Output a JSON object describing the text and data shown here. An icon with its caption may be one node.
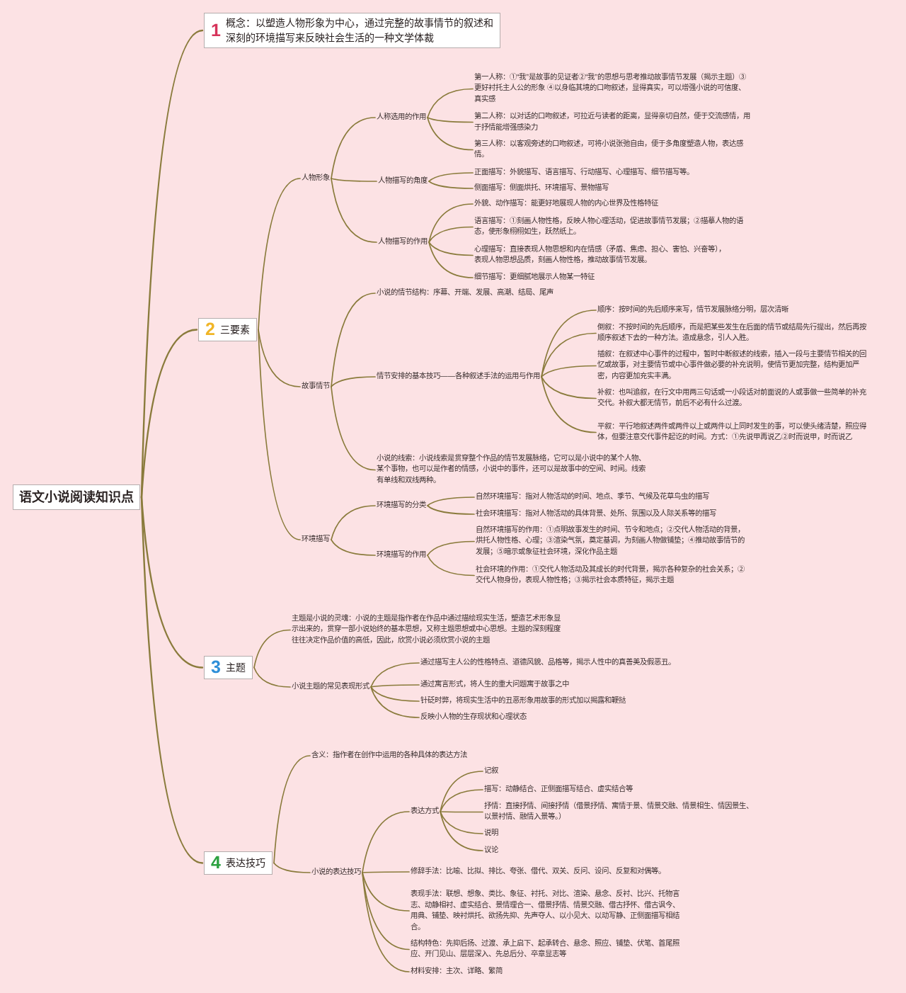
{
  "diagram": {
    "nodes": [
      {
        "text": [
          "语文小说阅读知识点"
        ]
      },
      {
        "text": [
          "1",
          "概念：以塑造人物形象为中心，通过完整的故事情节的叙述和深刻的环境描写来反映社会生活的一种文学体裁"
        ]
      },
      {
        "text": [
          "2",
          "三要素"
        ]
      },
      {
        "text": [
          "人物形象"
        ]
      },
      {
        "text": [
          "人称选用的作用"
        ]
      },
      {
        "text": [
          "第一人称：①“我”是故事的见证者②“我”的思想与思考推动故事情节发展（揭示主题）③更好衬托主人公的形象 ④以身临其境的口吻叙述，显得真实，可以增强小说的可信度、真实感"
        ]
      },
      {
        "text": [
          "第二人称：以对话的口吻叙述，可拉近与读者的距离，显得亲切自然，便于交流感情，用于抒情能增强感染力"
        ]
      },
      {
        "text": [
          "第三人称：以客观旁述的口吻叙述，可将小说张弛自由，便于多角度塑造人物，表达感情。"
        ]
      },
      {
        "text": [
          "人物描写的角度"
        ]
      },
      {
        "text": [
          "正面描写：外貌描写、语言描写、行动描写、心理描写、细节描写等。"
        ]
      },
      {
        "text": [
          "侧面描写：侧面烘托、环境描写、景物描写"
        ]
      },
      {
        "text": [
          "人物描写的作用"
        ]
      },
      {
        "text": [
          "外貌、动作描写：能更好地展现人物的内心世界及性格特征"
        ]
      },
      {
        "text": [
          "语言描写：①刻画人物性格，反映人物心理活动，促进故事情节发展；②描摹人物的语态，使形象栩栩如生，跃然纸上。"
        ]
      },
      {
        "text": [
          "心理描写：直接表现人物思想和内在情感（矛盾、焦虑、担心、害怕、兴奋等），表现人物思想品质，刻画人物性格，推动故事情节发展。"
        ]
      },
      {
        "text": [
          "细节描写：更细腻地展示人物某一特征"
        ]
      },
      {
        "text": [
          "故事情节"
        ]
      },
      {
        "text": [
          "小说的情节结构：序幕、开端、发展、高潮、结局、尾声"
        ]
      },
      {
        "text": [
          "情节安排的基本技巧——各种叙述手法的运用与作用"
        ]
      },
      {
        "text": [
          "顺序：按时间的先后顺序来写，情节发展脉络分明，层次清晰"
        ]
      },
      {
        "text": [
          "倒叙：不按时间的先后顺序，而是把某些发生在后面的情节或结局先行提出，然后再按顺序叙述下去的一种方法。造成悬念，引人入胜。"
        ]
      },
      {
        "text": [
          "插叙：在叙述中心事件的过程中，暂时中断叙述的线索，插入一段与主要情节相关的回忆或故事，对主要情节或中心事件做必要的补充说明，使情节更加完整，结构更加严密，内容更加充实丰满。"
        ]
      },
      {
        "text": [
          "补叙：也叫追叙，在行文中用两三句话或一小段话对前面说的人或事做一些简单的补充交代。补叙大都无情节，前后不必有什么过渡。"
        ]
      },
      {
        "text": [
          "平叙：平行地叙述两件或两件以上或两件以上同时发生的事，可以使头绪清楚，照应得体，但要注意交代事件起讫的时间。方式：①先说甲再说乙②时而说甲，时而说乙"
        ]
      },
      {
        "text": [
          "小说的线索：小说线索是贯穿整个作品的情节发展脉络，它可以是小说中的某个人物、某个事物，也可以是作者的情感，小说中的事件，还可以是故事中的空间、时间。线索有单线和双线两种。"
        ]
      },
      {
        "text": [
          "环境描写"
        ]
      },
      {
        "text": [
          "环境描写的分类"
        ]
      },
      {
        "text": [
          "自然环境描写：指对人物活动的时间、地点、季节、气候及花草鸟虫的描写"
        ]
      },
      {
        "text": [
          "社会环境描写：指对人物活动的具体背景、处所、氛围以及人际关系等的描写"
        ]
      },
      {
        "text": [
          "环境描写的作用"
        ]
      },
      {
        "text": [
          "自然环境描写的作用：①点明故事发生的时间、节令和地点；②交代人物活动的背景，烘托人物性格、心理；③渲染气氛，奠定基调，为刻画人物做铺垫；④推动故事情节的发展；⑤暗示或象征社会环境，深化作品主题"
        ]
      },
      {
        "text": [
          "社会环境的作用：①交代人物活动及其成长的时代背景，揭示各种复杂的社会关系；②交代人物身份，表现人物性格；③揭示社会本质特征，揭示主题"
        ]
      },
      {
        "text": [
          "3",
          "主题"
        ]
      },
      {
        "text": [
          "主题是小说的灵魂：小说的主题是指作者在作品中通过描绘现实生活，塑造艺术形象显示出来的，贯穿一部小说始终的基本思想，又称主题思想或中心思想。主题的深刻程度往往决定作品价值的高低，因此，欣赏小说必须欣赏小说的主题"
        ]
      },
      {
        "text": [
          "小说主题的常见表现形式"
        ]
      },
      {
        "text": [
          "通过描写主人公的性格特点、道德风貌、品格等，揭示人性中的真善美及假恶丑。"
        ]
      },
      {
        "text": [
          "通过寓言形式，将人生的重大问题寓于故事之中"
        ]
      },
      {
        "text": [
          "针砭时弊，将现实生活中的丑恶形象用故事的形式加以揭露和鞭挞"
        ]
      },
      {
        "text": [
          "反映小人物的生存现状和心理状态"
        ]
      },
      {
        "text": [
          "4",
          "表达技巧"
        ]
      },
      {
        "text": [
          "含义：指作者在创作中运用的各种具体的表达方法"
        ]
      },
      {
        "text": [
          "小说的表达技巧"
        ]
      },
      {
        "text": [
          "表达方式"
        ]
      },
      {
        "text": [
          "记叙"
        ]
      },
      {
        "text": [
          "描写：动静结合、正侧面描写结合、虚实结合等"
        ]
      },
      {
        "text": [
          "抒情：直接抒情、间接抒情（借景抒情、寓情于景、情景交融、情景相生、情因景生、以景衬情、融情入景等。）"
        ]
      },
      {
        "text": [
          "说明"
        ]
      },
      {
        "text": [
          "议论"
        ]
      },
      {
        "text": [
          "修辞手法：比喻、比拟、排比、夸张、借代、双关、反问、设问、反复和对偶等。"
        ]
      },
      {
        "text": [
          "表现手法：联想、想象、类比、象征、衬托、对比、渲染、悬念、反衬、比兴、托物言志、动静相衬、虚实结合、景情理合一、借景抒情、情景交融、借古抒怀、借古讽今、用典、铺垫、映衬烘托、欲扬先抑、先声夺人、以小见大、以动写静、正侧面描写相结合。"
        ]
      },
      {
        "text": [
          "结构特色：先抑后扬、过渡、承上启下、起承转合、悬念、照应、铺垫、伏笔、首尾照应、开门见山、层层深入、先总后分、卒章显志等"
        ]
      },
      {
        "text": [
          "材料安排：主次、详略、繁简"
        ]
      }
    ],
    "edges": [
      {
        "from": 0,
        "to": 1,
        "arrow": "none"
      },
      {
        "from": 0,
        "to": 2,
        "arrow": "none"
      },
      {
        "from": 0,
        "to": 32,
        "arrow": "none"
      },
      {
        "from": 0,
        "to": 39,
        "arrow": "none"
      },
      {
        "from": 2,
        "to": 3,
        "arrow": "none"
      },
      {
        "from": 3,
        "to": 4,
        "arrow": "none"
      },
      {
        "from": 4,
        "to": 5,
        "arrow": "none"
      },
      {
        "from": 4,
        "to": 6,
        "arrow": "none"
      },
      {
        "from": 4,
        "to": 7,
        "arrow": "none"
      },
      {
        "from": 3,
        "to": 8,
        "arrow": "none"
      },
      {
        "from": 8,
        "to": 9,
        "arrow": "none"
      },
      {
        "from": 8,
        "to": 10,
        "arrow": "none"
      },
      {
        "from": 3,
        "to": 11,
        "arrow": "none"
      },
      {
        "from": 11,
        "to": 12,
        "arrow": "none"
      },
      {
        "from": 11,
        "to": 13,
        "arrow": "none"
      },
      {
        "from": 11,
        "to": 14,
        "arrow": "none"
      },
      {
        "from": 11,
        "to": 15,
        "arrow": "none"
      },
      {
        "from": 2,
        "to": 16,
        "arrow": "none"
      },
      {
        "from": 16,
        "to": 17,
        "arrow": "none"
      },
      {
        "from": 16,
        "to": 18,
        "arrow": "none"
      },
      {
        "from": 18,
        "to": 19,
        "arrow": "none"
      },
      {
        "from": 18,
        "to": 20,
        "arrow": "none"
      },
      {
        "from": 18,
        "to": 21,
        "arrow": "none"
      },
      {
        "from": 18,
        "to": 22,
        "arrow": "none"
      },
      {
        "from": 18,
        "to": 23,
        "arrow": "none"
      },
      {
        "from": 16,
        "to": 24,
        "arrow": "none"
      },
      {
        "from": 2,
        "to": 25,
        "arrow": "none"
      },
      {
        "from": 25,
        "to": 26,
        "arrow": "none"
      },
      {
        "from": 26,
        "to": 27,
        "arrow": "none"
      },
      {
        "from": 26,
        "to": 28,
        "arrow": "none"
      },
      {
        "from": 25,
        "to": 29,
        "arrow": "none"
      },
      {
        "from": 29,
        "to": 30,
        "arrow": "none"
      },
      {
        "from": 29,
        "to": 31,
        "arrow": "none"
      },
      {
        "from": 32,
        "to": 33,
        "arrow": "none"
      },
      {
        "from": 32,
        "to": 34,
        "arrow": "none"
      },
      {
        "from": 34,
        "to": 35,
        "arrow": "none"
      },
      {
        "from": 34,
        "to": 36,
        "arrow": "none"
      },
      {
        "from": 34,
        "to": 37,
        "arrow": "none"
      },
      {
        "from": 34,
        "to": 38,
        "arrow": "none"
      },
      {
        "from": 39,
        "to": 40,
        "arrow": "none"
      },
      {
        "from": 39,
        "to": 41,
        "arrow": "none"
      },
      {
        "from": 41,
        "to": 42,
        "arrow": "none"
      },
      {
        "from": 42,
        "to": 43,
        "arrow": "none"
      },
      {
        "from": 42,
        "to": 44,
        "arrow": "none"
      },
      {
        "from": 42,
        "to": 45,
        "arrow": "none"
      },
      {
        "from": 42,
        "to": 46,
        "arrow": "none"
      },
      {
        "from": 42,
        "to": 47,
        "arrow": "none"
      },
      {
        "from": 41,
        "to": 48,
        "arrow": "none"
      },
      {
        "from": 41,
        "to": 49,
        "arrow": "none"
      },
      {
        "from": 41,
        "to": 50,
        "arrow": "none"
      },
      {
        "from": 41,
        "to": 51,
        "arrow": "none"
      }
    ]
  }
}
